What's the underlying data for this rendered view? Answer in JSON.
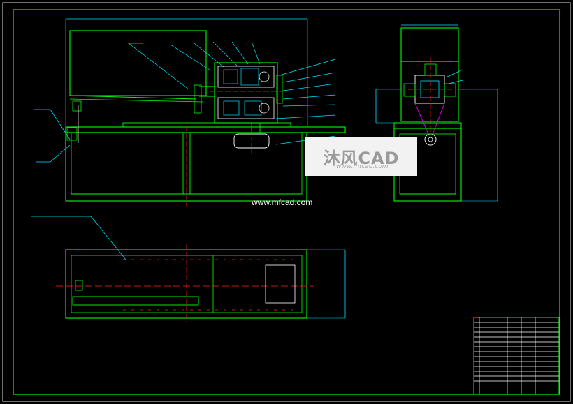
{
  "watermark": {
    "logo_text": "沐风CAD",
    "sub_text": "www.mfcad.com",
    "site_text": "www.mfcad.com"
  },
  "colors": {
    "background": "#000000",
    "frame": "#00ff00",
    "leader": "#00e5ff",
    "centerline": "#ff2020",
    "part": "#ffffff",
    "highlight": "#ff00ff"
  }
}
